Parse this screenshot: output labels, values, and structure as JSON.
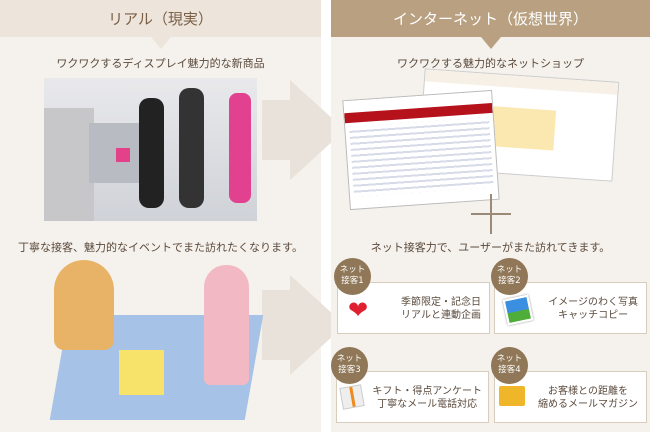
{
  "left": {
    "title": "リアル（現実）",
    "caption1": "ワクワクするディスプレイ魅力的な新商品",
    "caption2": "丁寧な接客、魅力的なイベントでまた訪れたくなります。"
  },
  "right": {
    "title": "インターネット（仮想世界）",
    "caption1": "ワクワクする魅力的なネットショップ",
    "caption2": "ネット接客力で、ユーザーがまた訪れてきます。",
    "cards": [
      {
        "badge1": "ネット",
        "badge2": "接客1",
        "line1": "季節限定・記念日",
        "line2": "リアルと連動企画",
        "icon": "heart-balloon-icon"
      },
      {
        "badge1": "ネット",
        "badge2": "接客2",
        "line1": "イメージのわく写真",
        "line2": "キャッチコピー",
        "icon": "photo-icon"
      },
      {
        "badge1": "ネット",
        "badge2": "接客3",
        "line1": "キフト・得点アンケート",
        "line2": "丁寧なメール電話対応",
        "icon": "gift-icon"
      },
      {
        "badge1": "ネット",
        "badge2": "接客4",
        "line1": "お客様との距離を",
        "line2": "縮めるメールマガジン",
        "icon": "envelope-icon"
      }
    ]
  },
  "colors": {
    "header_left": "#ede5dc",
    "header_right": "#b8a081",
    "badge": "#8f7757",
    "bg": "#f5f1ed"
  }
}
